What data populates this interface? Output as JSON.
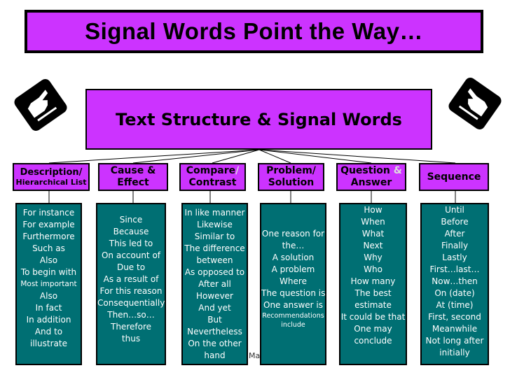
{
  "title": "Signal Words Point the Way…",
  "hub": "Text Structure & Signal Words",
  "categories": [
    {
      "l1": "Description/",
      "l2": "Hierarchical List",
      "amp": ""
    },
    {
      "l1": "Cause &",
      "l2": "Effect",
      "amp": ""
    },
    {
      "l1": "Compare",
      "amp": "/",
      "l2": "Contrast"
    },
    {
      "l1": "Problem/",
      "l2": "Solution",
      "amp": ""
    },
    {
      "l1": "Question",
      "amp": " &",
      "l2": "Answer"
    },
    {
      "l1": "Sequence",
      "l2": "",
      "amp": ""
    }
  ],
  "columns": [
    [
      "For instance",
      "For example",
      "Furthermore",
      "Such as",
      "Also",
      "To begin with",
      "Most important",
      "Also",
      "In fact",
      "In addition",
      "And to",
      "illustrate"
    ],
    [
      "Since",
      "Because",
      "This led to",
      "On account of",
      "Due to",
      "As a result of",
      "For this reason",
      "Consequentially",
      "Then…so…",
      "Therefore",
      "thus"
    ],
    [
      "In like manner",
      "Likewise",
      "Similar to",
      "The difference",
      "between",
      "As opposed to",
      "After all",
      "However",
      "And yet",
      "But",
      "Nevertheless",
      "On the other",
      "hand"
    ],
    [
      "One reason for",
      "the…",
      "A solution",
      "A problem",
      "Where",
      "The question is",
      "One answer is",
      "Recommendations",
      "include"
    ],
    [
      "How",
      "When",
      "What",
      "Next",
      "Why",
      "Who",
      "How many",
      "The best",
      "estimate",
      "It could be that",
      "One may",
      "conclude"
    ],
    [
      "Until",
      "Before",
      "After",
      "Finally",
      "Lastly",
      "First…last…",
      "Now…then",
      "On (date)",
      "At (time)",
      "First, second",
      "Meanwhile",
      "Not long after",
      "initially"
    ]
  ],
  "footer": "Ma",
  "colors": {
    "purple": "#cc33ff",
    "teal": "#006f73"
  },
  "icons": [
    "pointing-hand-icon",
    "pointing-hand-icon"
  ]
}
